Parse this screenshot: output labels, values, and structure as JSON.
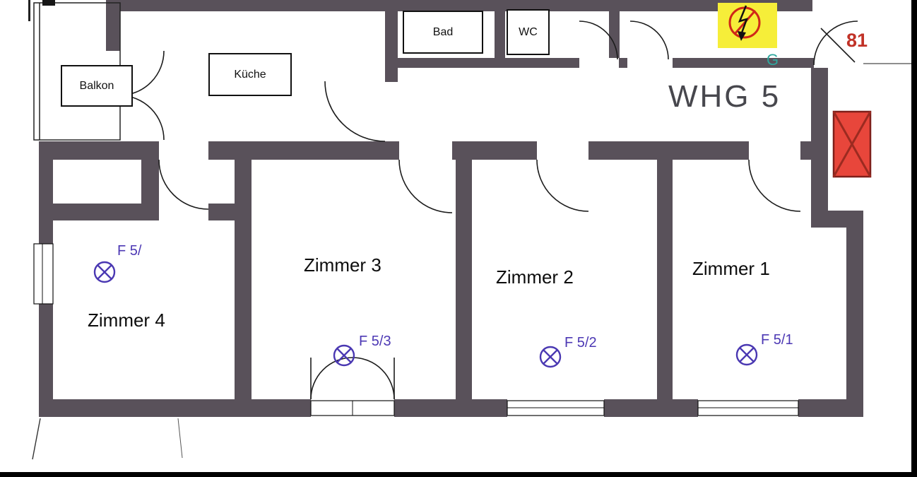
{
  "title": "WHG 5",
  "rooms": {
    "balkon": "Balkon",
    "kueche": "Küche",
    "bad": "Bad",
    "wc": "WC",
    "zimmer1": "Zimmer 1",
    "zimmer2": "Zimmer 2",
    "zimmer3": "Zimmer 3",
    "zimmer4": "Zimmer 4"
  },
  "annotations": {
    "apartment_label": "WHG 5",
    "stair_number": "81",
    "letter_g": "G",
    "lamp_zimmer4": "F 5/",
    "lamp_zimmer3": "F 5/3",
    "lamp_zimmer2": "F 5/2",
    "lamp_zimmer1": "F 5/1"
  },
  "colors": {
    "wall": "#59515a",
    "lamp_purple": "#4a38b2",
    "elevator_red": "#e8463b",
    "highlight_yellow": "#f6ee39",
    "stair_number_red": "#c13227",
    "teal_g": "#2fa79e"
  }
}
